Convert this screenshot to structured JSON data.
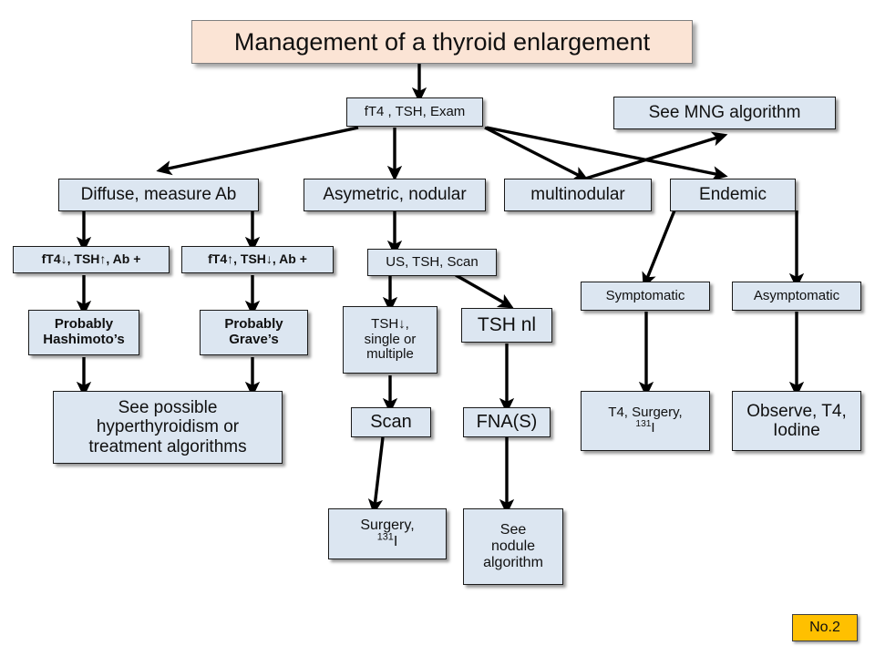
{
  "diagram": {
    "title": "Management of a thyroid enlargement",
    "slide_number": "No.2",
    "colors": {
      "title_fill": "#fbe4d5",
      "node_fill": "#dce6f1",
      "badge_fill": "#ffc000",
      "border": "#1a1a1a",
      "arrow": "#000000"
    },
    "nodes": {
      "title": "Management of a thyroid enlargement",
      "initial_workup": "fT4 , TSH, Exam",
      "see_mng": "See MNG algorithm",
      "diffuse": "Diffuse, measure Ab",
      "asymetric": "Asymetric, nodular",
      "multinodular": "multinodular",
      "endemic": "Endemic",
      "labs_hypo": "fT4↓, TSH↑, Ab +",
      "labs_hyper": "fT4↑, TSH↓, Ab +",
      "probably_hashimoto": "Probably\nHashimoto’s",
      "probably_grave": "Probably\nGrave’s",
      "see_algorithms": "See possible\nhyperthyroidism or\ntreatment algorithms",
      "us_tsh_scan": "US, TSH, Scan",
      "tsh_low": "TSH↓,\nsingle or\nmultiple",
      "tsh_nl": "TSH nl",
      "scan": "Scan",
      "fna": "FNA(S)",
      "surgery_iodine_pre": "Surgery,",
      "surgery_iodine_sup": "131",
      "surgery_iodine_post": "I",
      "see_nodule": "See\nnodule\nalgorithm",
      "symptomatic": "Symptomatic",
      "asymptomatic": "Asymptomatic",
      "t4_surgery_pre": "T4, Surgery,",
      "t4_surgery_sup": "131",
      "t4_surgery_post": "I",
      "observe": "Observe, T4,\nIodine"
    }
  }
}
